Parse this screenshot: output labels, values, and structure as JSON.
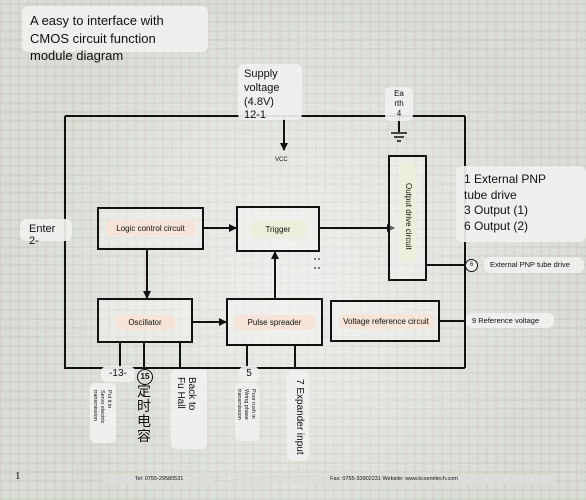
{
  "title": "A easy to interface with CMOS circuit function module diagram",
  "supply_voltage": {
    "line1": "Supply",
    "line2": "voltage",
    "line3": "(4.8V)",
    "line4": "12-1"
  },
  "vcc_label": "VCC",
  "earth": {
    "line1": "Ea",
    "line2": "rth",
    "line3": "4"
  },
  "enter_label": "Enter 2-",
  "blocks": {
    "logic_control": "Logic control circuit",
    "trigger": "Trigger",
    "oscillator": "Oscillator",
    "pulse_spreader": "Pulse spreader",
    "voltage_reference": "Voltage reference circuit",
    "output_drive": "Output drive circuit"
  },
  "outputs": {
    "line1": "1 External PNP",
    "line2": "tube drive",
    "line3": "3 Output (1)",
    "line4": "6 Output (2)"
  },
  "pin6_label": "6",
  "external_pnp_label": "External PNP tube drive",
  "reference_voltage_label": "9 Reference voltage",
  "pin13_label": "-13-",
  "pin15_label": "15",
  "timing_capacitor": "定时电容",
  "put_in_servo": {
    "line1": "Put it in",
    "line2": "Servo electric",
    "line3": "transmission"
  },
  "back_to_fu_hall": {
    "line1": "Back to",
    "line2": "Fu Hall"
  },
  "pin5_label": "5",
  "poor_rush": {
    "line1": "Poor rush in",
    "line2": "Wring phase",
    "line3": "transmission"
  },
  "expander_input": "7 Expander input",
  "page_number": "1",
  "footer": {
    "tel": "Tel: 0755-29580531",
    "fax": "Fax: 0755-33902231 Website: www.kcsemitech.com"
  }
}
